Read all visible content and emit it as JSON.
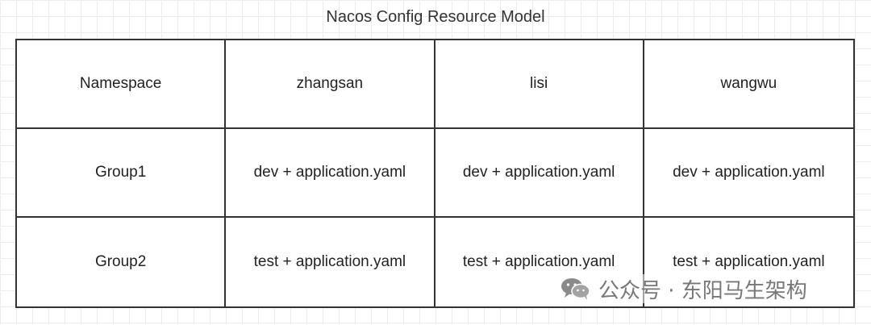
{
  "title": "Nacos Config Resource Model",
  "table": {
    "rows": [
      [
        "Namespace",
        "zhangsan",
        "lisi",
        "wangwu"
      ],
      [
        "Group1",
        "dev + application.yaml",
        "dev + application.yaml",
        "dev + application.yaml"
      ],
      [
        "Group2",
        "test + application.yaml",
        "test + application.yaml",
        "test + application.yaml"
      ]
    ]
  },
  "watermark": {
    "icon": "wechat-icon",
    "text": "公众号 · 东阳马生架构"
  }
}
